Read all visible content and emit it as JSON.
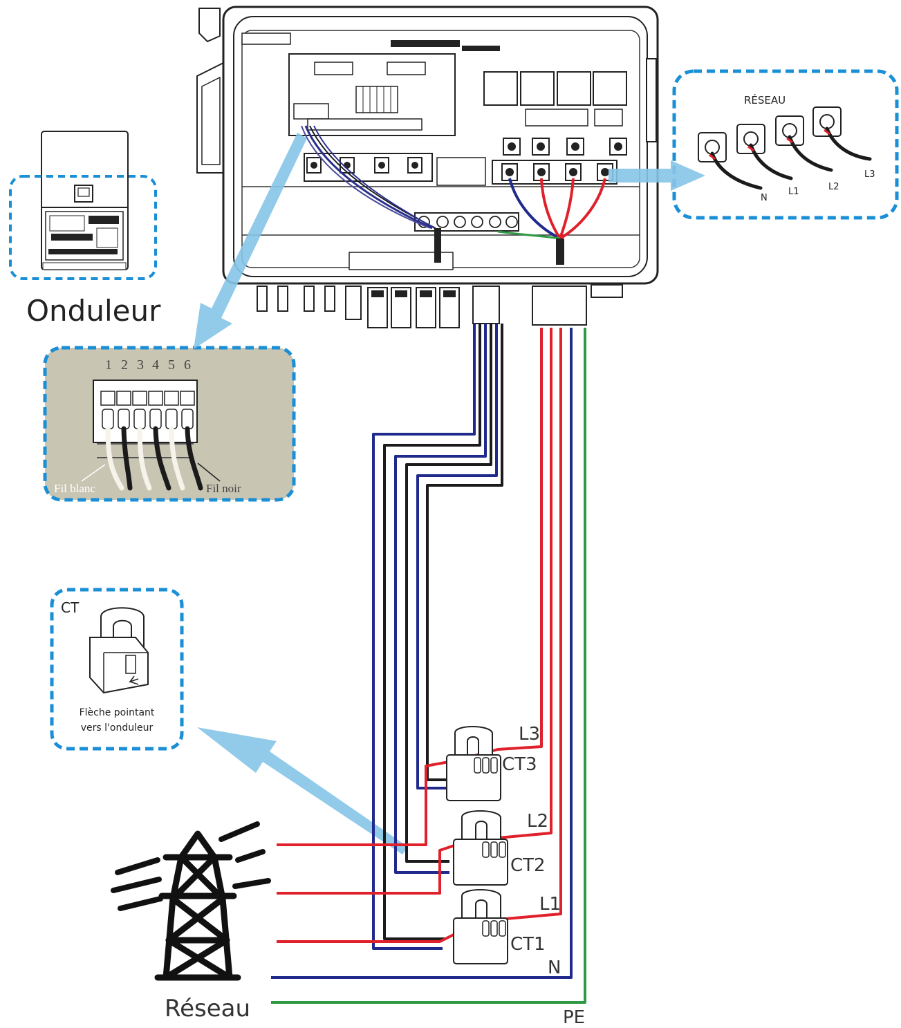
{
  "labels": {
    "inverter": "Onduleur",
    "grid": "Réseau",
    "grid_panel_title": "RÉSEAU",
    "white_wire": "Fil blanc",
    "black_wire": "Fil noir",
    "ct_panel_title": "CT",
    "ct_note_line1": "Flèche pointant",
    "ct_note_line2": "vers l'onduleur"
  },
  "terminal_numbers": [
    "1",
    "2",
    "3",
    "4",
    "5",
    "6"
  ],
  "grid_terminals": [
    "N",
    "L1",
    "L2",
    "L3"
  ],
  "wires": {
    "L3": "L3",
    "L2": "L2",
    "L1": "L1",
    "N": "N",
    "PE": "PE"
  },
  "ct_names": {
    "ct1": "CT1",
    "ct2": "CT2",
    "ct3": "CT3"
  },
  "colors": {
    "phase": "#e0202a",
    "neutral": "#1f2a8c",
    "earth": "#2e9a45",
    "ct_signal": "#1b1b1b",
    "callout": "#1a8fd6",
    "arrow": "#7fc1e6",
    "terminal_panel_bg": "#c9c5b3"
  }
}
